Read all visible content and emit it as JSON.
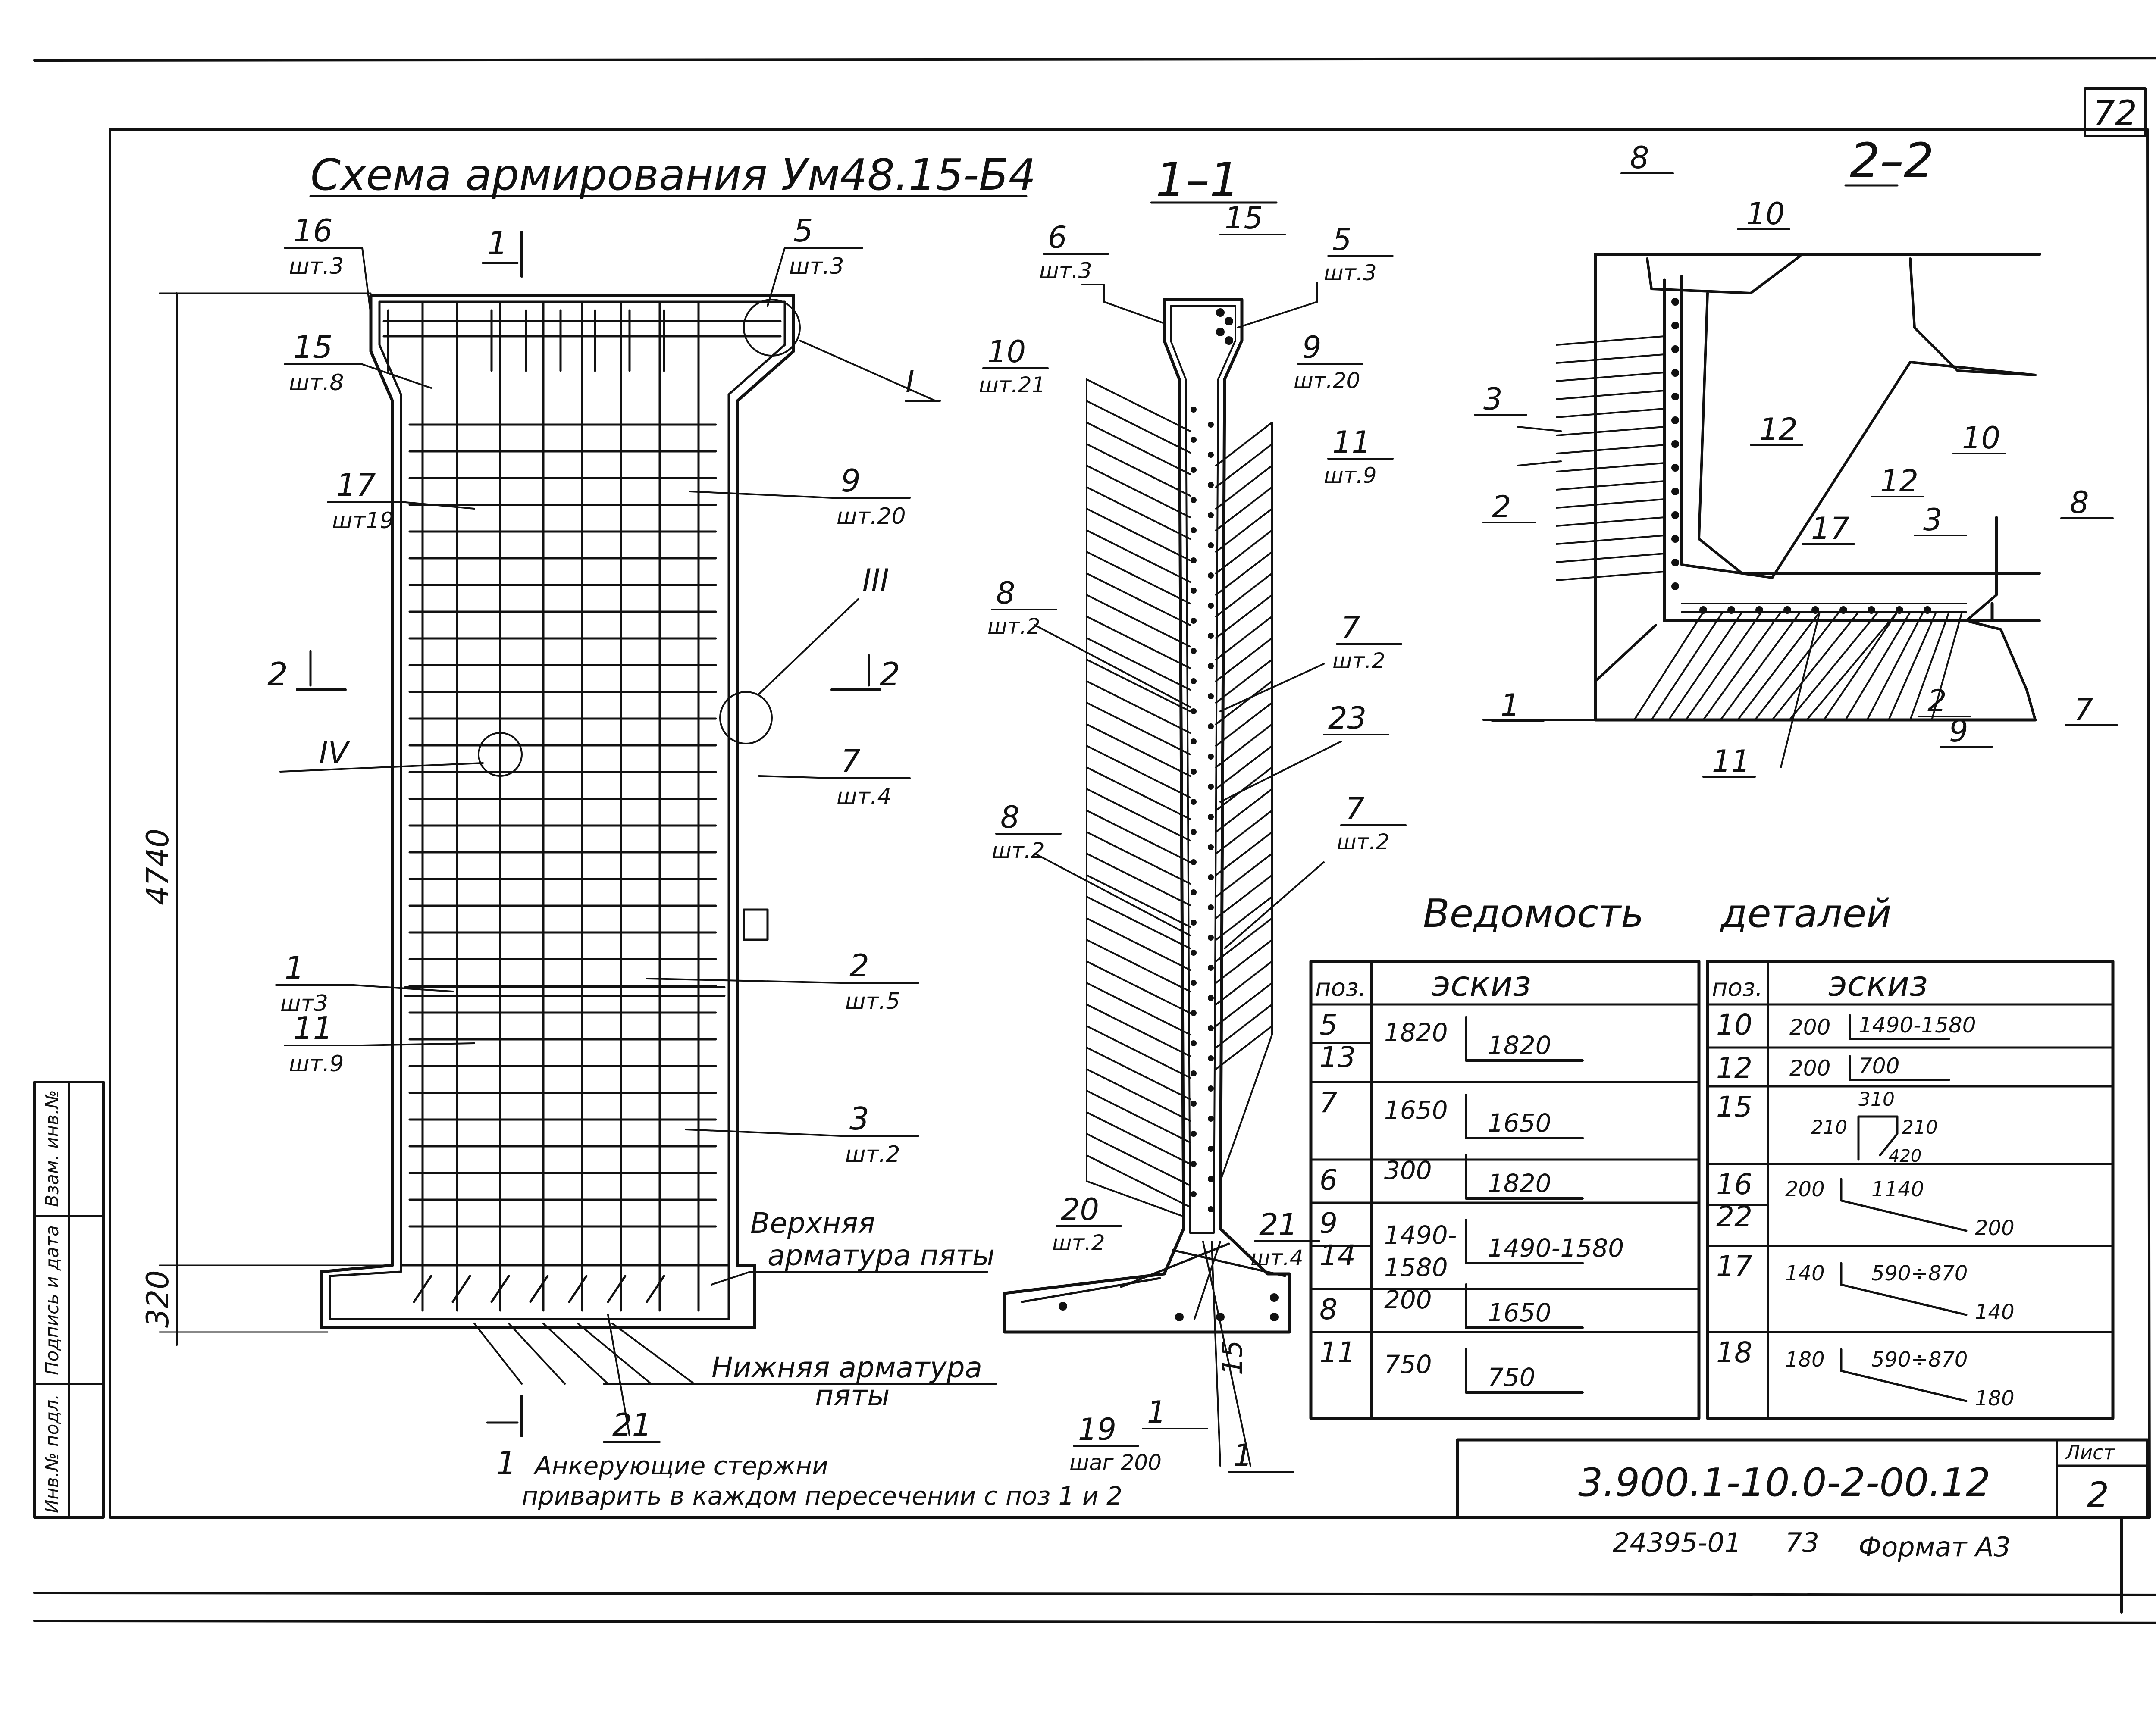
{
  "sheet_number": "72",
  "main_title": "Схема армирования Ум48.15-Б4",
  "section_1_title": "1–1",
  "section_2_title": "2–2",
  "cut_marks": {
    "c1_top": "1",
    "c1_bottom": "1",
    "c2_left": "2",
    "c2_right": "2"
  },
  "node_marks": {
    "n1": "I",
    "n3": "III",
    "n4": "IV"
  },
  "dims": {
    "height": "4740",
    "base": "320"
  },
  "plan_labels": [
    {
      "id": "p16",
      "pos": "16",
      "qty": "шт.3"
    },
    {
      "id": "p5",
      "pos": "5",
      "qty": "шт.3"
    },
    {
      "id": "p15",
      "pos": "15",
      "qty": "шт.8"
    },
    {
      "id": "p17",
      "pos": "17",
      "qty": "шт19"
    },
    {
      "id": "p9",
      "pos": "9",
      "qty": "шт.20"
    },
    {
      "id": "p7",
      "pos": "7",
      "qty": "шт.4"
    },
    {
      "id": "p1",
      "pos": "1",
      "qty": "шт3"
    },
    {
      "id": "p2",
      "pos": "2",
      "qty": "шт.5"
    },
    {
      "id": "p11",
      "pos": "11",
      "qty": "шт.9"
    },
    {
      "id": "p3",
      "pos": "3",
      "qty": "шт.2"
    }
  ],
  "plan_note_pos": "21",
  "foot_notes": {
    "top_line1": "Верхняя",
    "top_line2": "арматура пяты",
    "bot_line1": "Нижняя арматура",
    "bot_line2": "пяты"
  },
  "anchor_note": {
    "line1": "Анкерующие стержни",
    "line2": "приварить в каждом пересечении  с поз 1 и 2"
  },
  "s1_labels": [
    {
      "id": "a6",
      "pos": "6",
      "qty": "шт.3"
    },
    {
      "id": "a15",
      "pos": "15",
      "qty": ""
    },
    {
      "id": "a5",
      "pos": "5",
      "qty": "шт.3"
    },
    {
      "id": "a10",
      "pos": "10",
      "qty": "шт.21"
    },
    {
      "id": "a9",
      "pos": "9",
      "qty": "шт.20"
    },
    {
      "id": "a11",
      "pos": "11",
      "qty": "шт.9"
    },
    {
      "id": "a8a",
      "pos": "8",
      "qty": "шт.2"
    },
    {
      "id": "a7a",
      "pos": "7",
      "qty": "шт.2"
    },
    {
      "id": "a23",
      "pos": "23",
      "qty": ""
    },
    {
      "id": "a8b",
      "pos": "8",
      "qty": "шт.2"
    },
    {
      "id": "a7b",
      "pos": "7",
      "qty": "шт.2"
    },
    {
      "id": "a20",
      "pos": "20",
      "qty": "шт.2"
    },
    {
      "id": "a21",
      "pos": "21",
      "qty": "шт.4"
    },
    {
      "id": "a19",
      "pos": "19",
      "qty": "шаг 200"
    },
    {
      "id": "a1a",
      "pos": "1",
      "qty": ""
    },
    {
      "id": "a1b",
      "pos": "1",
      "qty": ""
    },
    {
      "id": "a15b",
      "pos": "15",
      "qty": ""
    }
  ],
  "s2_labels": {
    "l8a": "8",
    "l10a": "10",
    "l3a": "3",
    "l12a": "12",
    "l2a": "2",
    "l10b": "10",
    "l12b": "12",
    "l17": "17",
    "l3b": "3",
    "l8b": "8",
    "l1": "1",
    "l2b": "2",
    "l9": "9",
    "l11": "11",
    "l7": "7"
  },
  "table_title_1": "Ведомость",
  "table_title_2": "деталей",
  "table_header": {
    "pos": "поз.",
    "sketch": "эскиз"
  },
  "table_left": [
    {
      "pos": [
        "5",
        "13"
      ],
      "a": "1820",
      "b": "1820"
    },
    {
      "pos": [
        "7"
      ],
      "a": "1650",
      "b": "1650"
    },
    {
      "pos": [
        "6"
      ],
      "a": "300",
      "b": "1820"
    },
    {
      "pos": [
        "9",
        "14"
      ],
      "a": "1490-",
      "a2": "1580",
      "b": "1490-1580"
    },
    {
      "pos": [
        "8"
      ],
      "a": "200",
      "b": "1650"
    },
    {
      "pos": [
        "11"
      ],
      "a": "750",
      "b": "750"
    }
  ],
  "table_right": [
    {
      "pos": [
        "10"
      ],
      "a": "200",
      "b": "1490-1580"
    },
    {
      "pos": [
        "12"
      ],
      "a": "200",
      "b": "700"
    },
    {
      "pos": [
        "15"
      ],
      "a": "210",
      "b": "310",
      "c": "210",
      "d": "420"
    },
    {
      "pos": [
        "16",
        "22"
      ],
      "a": "200",
      "b": "1140",
      "c": "200"
    },
    {
      "pos": [
        "17"
      ],
      "a": "140",
      "b": "590÷870",
      "c": "140"
    },
    {
      "pos": [
        "18"
      ],
      "a": "180",
      "b": "590÷870",
      "c": "180"
    }
  ],
  "stamp": {
    "code": "3.900.1-10.0-2-00.12",
    "sheet_label": "Лист",
    "sheet": "2"
  },
  "footer": {
    "inv": "24395-01",
    "num": "73",
    "format": "Формат А3"
  },
  "side_stamp": {
    "c1": "Инв.№ подл.",
    "c2": "Подпись и дата",
    "c3": "Взам. инв.№"
  }
}
